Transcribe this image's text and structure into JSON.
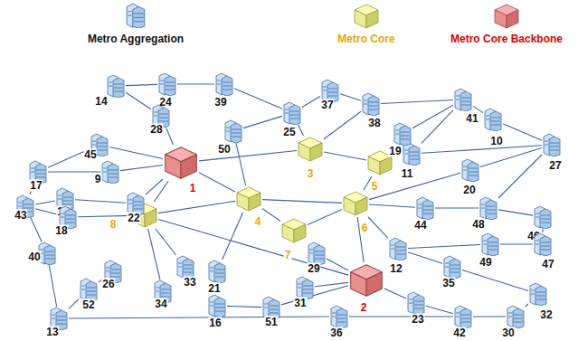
{
  "diagram": {
    "nodes": [
      {
        "text": [
          "1"
        ]
      },
      {
        "text": [
          "2"
        ]
      },
      {
        "text": [
          "3"
        ]
      },
      {
        "text": [
          "4"
        ]
      },
      {
        "text": [
          "5"
        ]
      },
      {
        "text": [
          "6"
        ]
      },
      {
        "text": [
          "7"
        ]
      },
      {
        "text": [
          "8"
        ]
      },
      {
        "text": [
          "9"
        ]
      },
      {
        "text": [
          "10"
        ]
      },
      {
        "text": [
          "11"
        ]
      },
      {
        "text": [
          "12"
        ]
      },
      {
        "text": [
          "13"
        ]
      },
      {
        "text": [
          "14"
        ]
      },
      {
        "text": [
          "15"
        ]
      },
      {
        "text": [
          "16"
        ]
      },
      {
        "text": [
          "17"
        ]
      },
      {
        "text": [
          "18"
        ]
      },
      {
        "text": [
          "19"
        ]
      },
      {
        "text": [
          "20"
        ]
      },
      {
        "text": [
          "21"
        ]
      },
      {
        "text": [
          "22"
        ]
      },
      {
        "text": [
          "23"
        ]
      },
      {
        "text": [
          "24"
        ]
      },
      {
        "text": [
          "25"
        ]
      },
      {
        "text": [
          "26"
        ]
      },
      {
        "text": [
          "27"
        ]
      },
      {
        "text": [
          "28"
        ]
      },
      {
        "text": [
          "29"
        ]
      },
      {
        "text": [
          "30"
        ]
      },
      {
        "text": [
          "31"
        ]
      },
      {
        "text": [
          "32"
        ]
      },
      {
        "text": [
          "33"
        ]
      },
      {
        "text": [
          "34"
        ]
      },
      {
        "text": [
          "35"
        ]
      },
      {
        "text": [
          "36"
        ]
      },
      {
        "text": [
          "37"
        ]
      },
      {
        "text": [
          "38"
        ]
      },
      {
        "text": [
          "39"
        ]
      },
      {
        "text": [
          "40"
        ]
      },
      {
        "text": [
          "41"
        ]
      },
      {
        "text": [
          "42"
        ]
      },
      {
        "text": [
          "43"
        ]
      },
      {
        "text": [
          "44"
        ]
      },
      {
        "text": [
          "45"
        ]
      },
      {
        "text": [
          "46"
        ]
      },
      {
        "text": [
          "47"
        ]
      },
      {
        "text": [
          "48"
        ]
      },
      {
        "text": [
          "49"
        ]
      },
      {
        "text": [
          "50"
        ]
      },
      {
        "text": [
          "51"
        ]
      },
      {
        "text": [
          "52"
        ]
      }
    ],
    "edges": [
      {
        "from": 13,
        "to": 23,
        "arrow": "none"
      },
      {
        "from": 23,
        "to": 38,
        "arrow": "none"
      },
      {
        "from": 13,
        "to": 27,
        "arrow": "none"
      },
      {
        "from": 27,
        "to": 0,
        "arrow": "none"
      },
      {
        "from": 38,
        "to": 24,
        "arrow": "none"
      },
      {
        "from": 49,
        "to": 24,
        "arrow": "none"
      },
      {
        "from": 24,
        "to": 36,
        "arrow": "none"
      },
      {
        "from": 36,
        "to": 37,
        "arrow": "none"
      },
      {
        "from": 24,
        "to": 2,
        "arrow": "none"
      },
      {
        "from": 2,
        "to": 37,
        "arrow": "none"
      },
      {
        "from": 37,
        "to": 40,
        "arrow": "none"
      },
      {
        "from": 40,
        "to": 9,
        "arrow": "none"
      },
      {
        "from": 9,
        "to": 26,
        "arrow": "none"
      },
      {
        "from": 40,
        "to": 18,
        "arrow": "none"
      },
      {
        "from": 40,
        "to": 10,
        "arrow": "none"
      },
      {
        "from": 18,
        "to": 4,
        "arrow": "none"
      },
      {
        "from": 2,
        "to": 4,
        "arrow": "none"
      },
      {
        "from": 0,
        "to": 2,
        "arrow": "none"
      },
      {
        "from": 10,
        "to": 26,
        "arrow": "none"
      },
      {
        "from": 19,
        "to": 26,
        "arrow": "none"
      },
      {
        "from": 26,
        "to": 47,
        "arrow": "none"
      },
      {
        "from": 0,
        "to": 44,
        "arrow": "none"
      },
      {
        "from": 0,
        "to": 8,
        "arrow": "none"
      },
      {
        "from": 0,
        "to": 21,
        "arrow": "none"
      },
      {
        "from": 0,
        "to": 3,
        "arrow": "none"
      },
      {
        "from": 0,
        "to": 7,
        "arrow": "none"
      },
      {
        "from": 44,
        "to": 16,
        "arrow": "none"
      },
      {
        "from": 16,
        "to": 42,
        "arrow": "none"
      },
      {
        "from": 8,
        "to": 16,
        "arrow": "none"
      },
      {
        "from": 14,
        "to": 21,
        "arrow": "none"
      },
      {
        "from": 14,
        "to": 42,
        "arrow": "none"
      },
      {
        "from": 42,
        "to": 39,
        "arrow": "none"
      },
      {
        "from": 39,
        "to": 12,
        "arrow": "none"
      },
      {
        "from": 12,
        "to": 51,
        "arrow": "none"
      },
      {
        "from": 51,
        "to": 25,
        "arrow": "none"
      },
      {
        "from": 42,
        "to": 17,
        "arrow": "none"
      },
      {
        "from": 17,
        "to": 7,
        "arrow": "none"
      },
      {
        "from": 7,
        "to": 33,
        "arrow": "none"
      },
      {
        "from": 7,
        "to": 32,
        "arrow": "none"
      },
      {
        "from": 7,
        "to": 3,
        "arrow": "none"
      },
      {
        "from": 7,
        "to": 1,
        "arrow": "none"
      },
      {
        "from": 3,
        "to": 20,
        "arrow": "none"
      },
      {
        "from": 3,
        "to": 49,
        "arrow": "none"
      },
      {
        "from": 3,
        "to": 5,
        "arrow": "none"
      },
      {
        "from": 3,
        "to": 6,
        "arrow": "none"
      },
      {
        "from": 6,
        "to": 5,
        "arrow": "none"
      },
      {
        "from": 5,
        "to": 4,
        "arrow": "none"
      },
      {
        "from": 5,
        "to": 19,
        "arrow": "none"
      },
      {
        "from": 5,
        "to": 43,
        "arrow": "none"
      },
      {
        "from": 5,
        "to": 11,
        "arrow": "none"
      },
      {
        "from": 43,
        "to": 47,
        "arrow": "none"
      },
      {
        "from": 47,
        "to": 45,
        "arrow": "none"
      },
      {
        "from": 45,
        "to": 46,
        "arrow": "none"
      },
      {
        "from": 46,
        "to": 48,
        "arrow": "none"
      },
      {
        "from": 48,
        "to": 11,
        "arrow": "none"
      },
      {
        "from": 11,
        "to": 34,
        "arrow": "none"
      },
      {
        "from": 34,
        "to": 31,
        "arrow": "none"
      },
      {
        "from": 31,
        "to": 29,
        "arrow": "none"
      },
      {
        "from": 29,
        "to": 41,
        "arrow": "none"
      },
      {
        "from": 41,
        "to": 22,
        "arrow": "none"
      },
      {
        "from": 22,
        "to": 1,
        "arrow": "none"
      },
      {
        "from": 1,
        "to": 30,
        "arrow": "none"
      },
      {
        "from": 1,
        "to": 28,
        "arrow": "none"
      },
      {
        "from": 1,
        "to": 5,
        "arrow": "none"
      },
      {
        "from": 20,
        "to": 15,
        "arrow": "none"
      },
      {
        "from": 15,
        "to": 50,
        "arrow": "none"
      },
      {
        "from": 50,
        "to": 1,
        "arrow": "none"
      },
      {
        "from": 12,
        "to": 35,
        "arrow": "none"
      },
      {
        "from": 35,
        "to": 41,
        "arrow": "none"
      }
    ],
    "legend": [
      {
        "text": "Metro Aggregation"
      },
      {
        "text": "Metro Core"
      },
      {
        "text": "Metro Core Backbone"
      }
    ]
  }
}
